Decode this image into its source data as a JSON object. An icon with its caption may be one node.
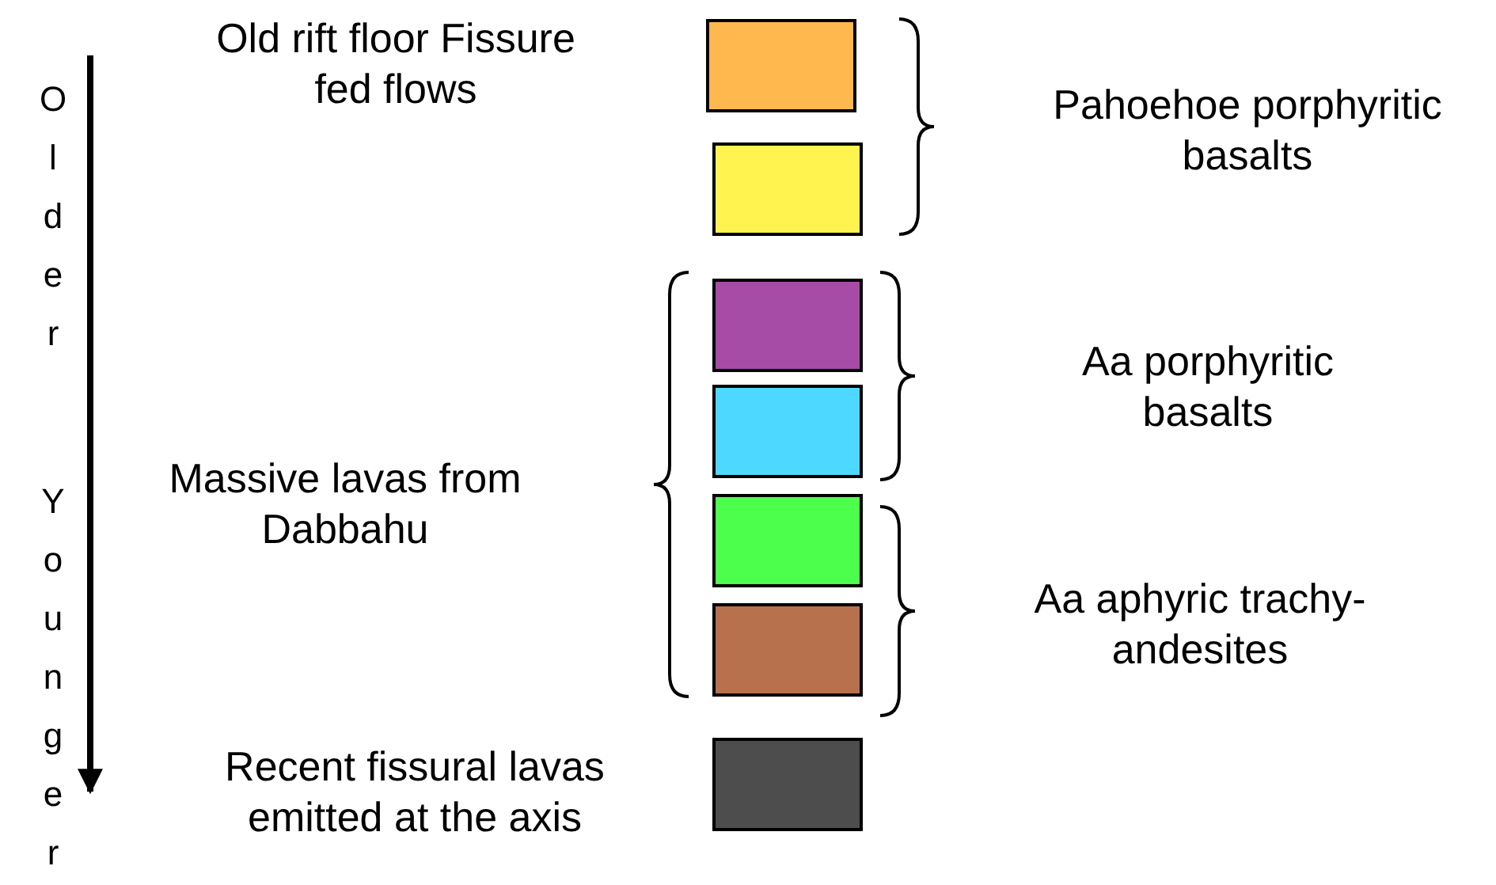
{
  "diagram": {
    "nodes": [
      {
        "text": [],
        "shape": "box",
        "beside": [
          "Old rift floor Fissure fed flows"
        ]
      },
      {
        "text": [],
        "shape": "box"
      },
      {
        "text": [],
        "shape": "box"
      },
      {
        "text": [],
        "shape": "box"
      },
      {
        "text": [],
        "shape": "box"
      },
      {
        "text": [],
        "shape": "box"
      },
      {
        "text": [],
        "shape": "box",
        "beside": [
          "Recent fissural lavas emitted at the axis"
        ]
      }
    ],
    "labels": [
      "Older",
      "Younger",
      "Pahoehoe porphyritic basalts",
      "Aa porphyritic basalts",
      "Massive lavas from Dabbahu",
      "Aa aphyric trachy-andesites"
    ]
  }
}
